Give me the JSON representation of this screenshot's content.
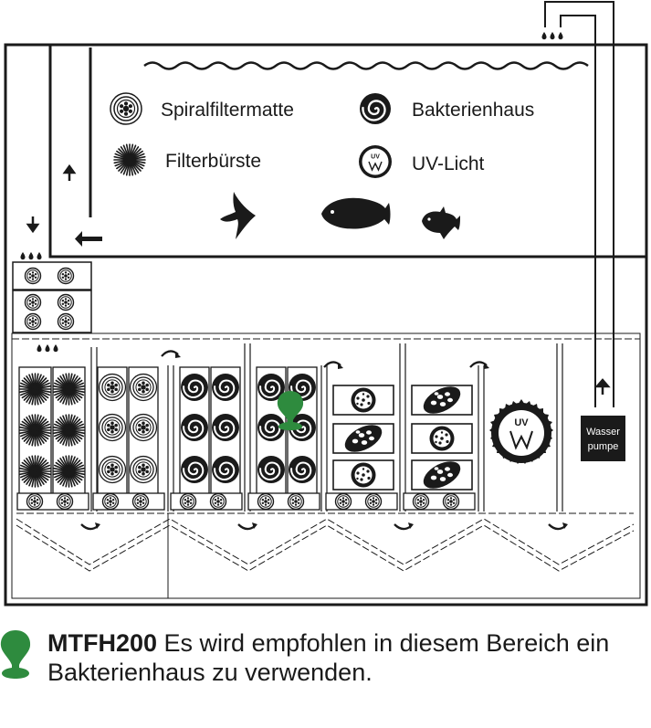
{
  "legend": {
    "spiral_filter_mat": "Spiralfiltermatte",
    "bacteria_house": "Bakterienhaus",
    "filter_brush": "Filterbürste",
    "uv_light": "UV-Licht"
  },
  "uv_symbol_label": "UV",
  "pump": {
    "line1": "Wasser",
    "line2": "pumpe"
  },
  "note": {
    "product": "MTFH200",
    "text": "Es wird empfohlen in diesem Bereich ein Bakterienhaus zu verwenden."
  },
  "colors": {
    "ink": "#1a1a1a",
    "marker": "#2e8b3e"
  }
}
